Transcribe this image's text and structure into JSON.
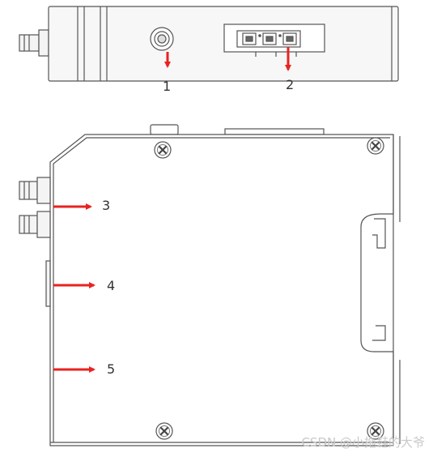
{
  "callouts": {
    "c1": "1",
    "c2": "2",
    "c3": "3",
    "c4": "4",
    "c5": "5"
  },
  "watermark": "CSDN @小拖鞋的大爷",
  "colors": {
    "arrow": "#e8231f",
    "outline": "#555555",
    "panel": "#f7f7f7"
  },
  "icons": [
    "screw-icon",
    "arrow-icon"
  ]
}
